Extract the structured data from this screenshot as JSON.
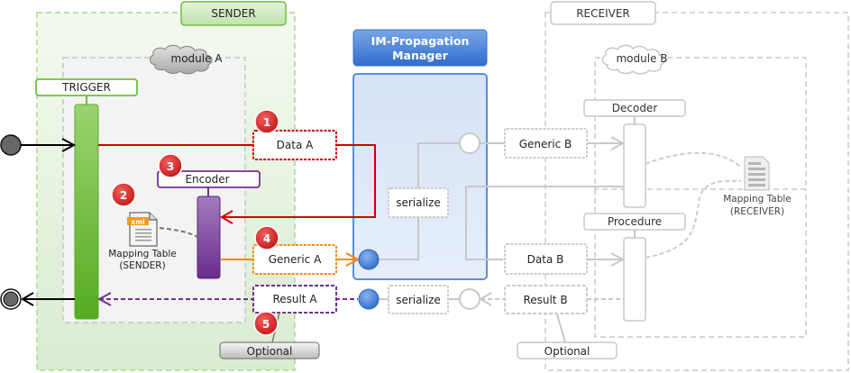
{
  "sender": {
    "title": "SENDER",
    "module_label": "module A",
    "trigger_label": "TRIGGER",
    "encoder_label": "Encoder",
    "mapping_table_line1": "Mapping Table",
    "mapping_table_line2": "(SENDER)",
    "mapping_file_type": "xml",
    "messages": {
      "data_a": "Data A",
      "generic_a": "Generic A",
      "result_a": "Result A"
    },
    "optional_label": "Optional"
  },
  "manager": {
    "title_line1": "IM-Propagation",
    "title_line2": "Manager",
    "serialize_top": "serialize",
    "serialize_bottom": "serialize"
  },
  "receiver": {
    "title": "RECEIVER",
    "module_label": "module B",
    "decoder_label": "Decoder",
    "procedure_label": "Procedure",
    "mapping_table_line1": "Mapping Table",
    "mapping_table_line2": "(RECEIVER)",
    "messages": {
      "generic_b": "Generic B",
      "data_b": "Data B",
      "result_b": "Result B"
    },
    "optional_label": "Optional"
  },
  "steps": [
    "1",
    "2",
    "3",
    "4",
    "5"
  ],
  "colors": {
    "sender_green": "#6cbf3e",
    "data_red": "#cc0000",
    "encoder_purple": "#6f3290",
    "generic_orange": "#f28a18",
    "manager_blue": "#3c78d8",
    "badge_red": "#d42121",
    "receiver_grey": "#c8c8c8"
  }
}
